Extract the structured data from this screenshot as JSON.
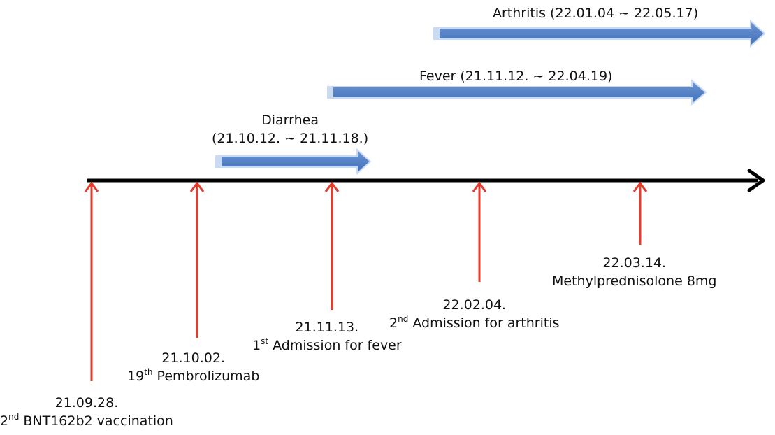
{
  "colors": {
    "axis": "#000000",
    "event_arrow": "#e8392a",
    "period_bar": "#4f7fc4",
    "period_bar_edge": "#c9daf2",
    "text": "#111111"
  },
  "periods": [
    {
      "key": "diarrhea",
      "label_line1": "Diarrhea",
      "label_line2": "(21.10.12. ~ 21.11.18.)"
    },
    {
      "key": "fever",
      "label_line1": "Fever (21.11.12. ~ 22.04.19)"
    },
    {
      "key": "arthritis",
      "label_line1": "Arthritis (22.01.04 ~ 22.05.17)"
    }
  ],
  "events": [
    {
      "key": "vaccination",
      "date": "21.09.28.",
      "ordinal": "2",
      "ordinal_suffix": "nd",
      "description": " BNT162b2 vaccination"
    },
    {
      "key": "pembrolizumab",
      "date": "21.10.02.",
      "ordinal": "19",
      "ordinal_suffix": "th",
      "description": " Pembrolizumab"
    },
    {
      "key": "admission-fever",
      "date": "21.11.13.",
      "ordinal": "1",
      "ordinal_suffix": "st",
      "description": " Admission for fever"
    },
    {
      "key": "admission-arthritis",
      "date": "22.02.04.",
      "ordinal": "2",
      "ordinal_suffix": "nd",
      "description": " Admission for arthritis"
    },
    {
      "key": "methylprednisolone",
      "date": "22.03.14.",
      "description": "Methylprednisolone 8mg"
    }
  ]
}
